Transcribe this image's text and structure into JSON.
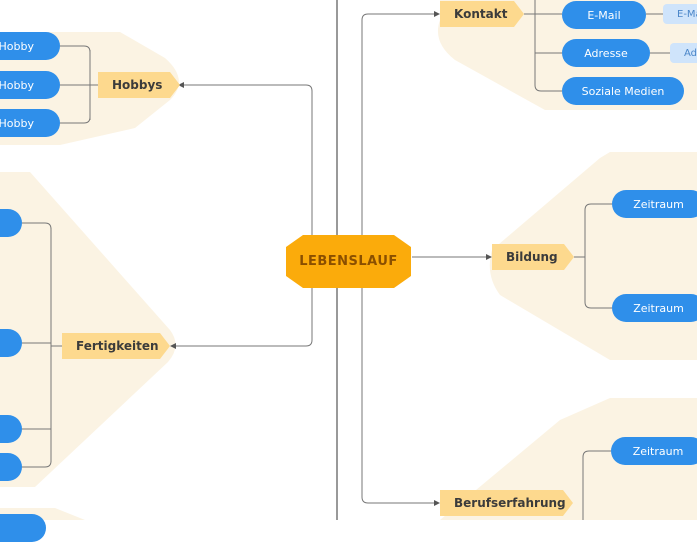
{
  "center": {
    "label": "LEBENSLAUF"
  },
  "branches": {
    "kontakt": "Kontakt",
    "hobbys": "Hobbys",
    "fertigkeiten": "Fertigkeiten",
    "bildung": "Bildung",
    "berufserfahrung": "Berufserfahrung"
  },
  "kontakt_items": [
    "E-Mail",
    "Adresse",
    "Soziale Medien"
  ],
  "kontakt_subitems": [
    "E-Ma",
    "Ad"
  ],
  "hobby_items": [
    "Hobby",
    "Hobby",
    "r Hobby"
  ],
  "bildung_items": [
    "Zeitraum",
    "Zeitraum"
  ],
  "beruf_items": [
    "Zeitraum"
  ],
  "colors": {
    "center": "#fbab0b",
    "branch": "#fdd98e",
    "pill": "#2f8fea",
    "bubble": "#fbf3e3"
  }
}
